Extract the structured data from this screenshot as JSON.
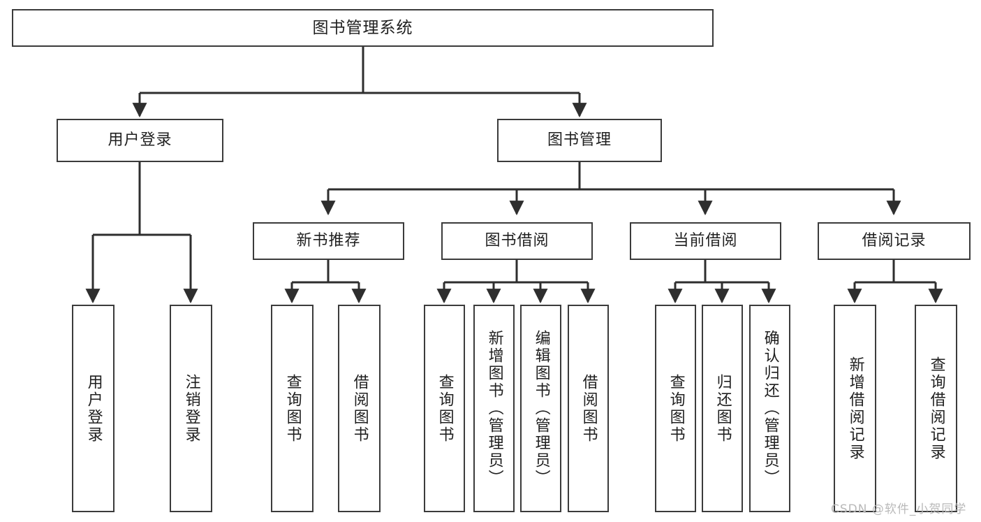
{
  "diagram": {
    "title": "图书管理系统",
    "type": "tree-hierarchy-chart",
    "colors": {
      "box_border": "#3b3b3b",
      "box_fill": "#ffffff",
      "connector": "#2e2e2e",
      "text": "#1f1f1f",
      "watermark": "#b9b9b9",
      "background": "#ffffff"
    },
    "root": {
      "label": "图书管理系统"
    },
    "level2": [
      {
        "id": "user-login",
        "label": "用户登录"
      },
      {
        "id": "book-management",
        "label": "图书管理"
      }
    ],
    "level3": [
      {
        "id": "new-book-recommend",
        "label": "新书推荐"
      },
      {
        "id": "book-borrow",
        "label": "图书借阅"
      },
      {
        "id": "current-borrow",
        "label": "当前借阅"
      },
      {
        "id": "borrow-record",
        "label": "借阅记录"
      }
    ],
    "leaves": {
      "user-login": [
        {
          "id": "leaf-user-login",
          "label": "用户登录"
        },
        {
          "id": "leaf-logout-login",
          "label": "注销登录"
        }
      ],
      "new-book-recommend": [
        {
          "id": "leaf-query-book-1",
          "label": "查询图书"
        },
        {
          "id": "leaf-borrow-book-1",
          "label": "借阅图书"
        }
      ],
      "book-borrow": [
        {
          "id": "leaf-query-book-2",
          "label": "查询图书"
        },
        {
          "id": "leaf-add-book-admin",
          "label": "新增图书（管理员）"
        },
        {
          "id": "leaf-edit-book-admin",
          "label": "编辑图书（管理员）"
        },
        {
          "id": "leaf-borrow-book-2",
          "label": "借阅图书"
        }
      ],
      "current-borrow": [
        {
          "id": "leaf-query-book-3",
          "label": "查询图书"
        },
        {
          "id": "leaf-return-book",
          "label": "归还图书"
        },
        {
          "id": "leaf-confirm-return-admin",
          "label": "确认归还（管理员）"
        }
      ],
      "borrow-record": [
        {
          "id": "leaf-add-borrow-record",
          "label": "新增借阅记录"
        },
        {
          "id": "leaf-query-borrow-record",
          "label": "查询借阅记录"
        }
      ]
    },
    "watermark": "CSDN @软件_小贺同学"
  }
}
